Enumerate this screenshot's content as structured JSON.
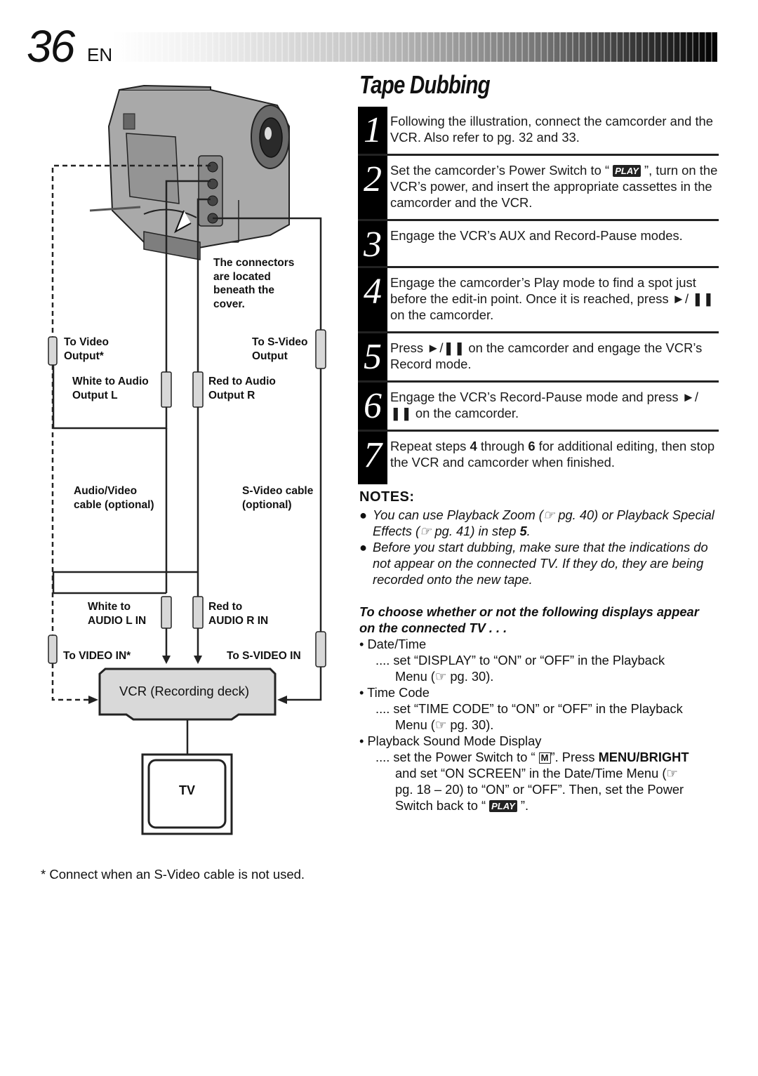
{
  "header": {
    "page_number": "36",
    "language": "EN"
  },
  "title": "Tape Dubbing",
  "steps": [
    {
      "num": "1",
      "parts": [
        "Following the illustration, connect the camcorder and the VCR. Also refer to pg. 32 and 33."
      ]
    },
    {
      "num": "2",
      "a": "Set the camcorder’s Power Switch to “ ",
      "icon": "PLAY",
      "b": " ”, turn on the VCR’s power, and insert the appropriate cassettes in the camcorder and the VCR."
    },
    {
      "num": "3",
      "parts": [
        "Engage the VCR’s AUX and Record-Pause modes."
      ]
    },
    {
      "num": "4",
      "parts": [
        "Engage the camcorder’s Play mode to find a spot just before the edit-in point. Once it is reached, press ►/ ❚❚ on the camcorder."
      ]
    },
    {
      "num": "5",
      "parts": [
        "Press ►/❚❚ on the camcorder and engage the VCR’s Record mode."
      ]
    },
    {
      "num": "6",
      "parts": [
        "Engage the VCR’s Record-Pause mode and press ►/❚❚ on the camcorder."
      ]
    },
    {
      "num": "7",
      "a": "Repeat steps ",
      "b1": "4",
      "c": " through ",
      "b2": "6",
      "d": " for additional editing, then stop the VCR and camcorder when finished."
    }
  ],
  "notes": {
    "heading": "NOTES:",
    "items": [
      {
        "a": "You can use Playback Zoom (☞ pg. 40) or Playback Special Effects (☞ pg. 41) in step ",
        "b": "5",
        "c": "."
      },
      {
        "a": "Before you start dubbing, make sure that the indications do not appear on the connected TV. If they do, they are being recorded onto the new tape."
      }
    ]
  },
  "displays": {
    "heading": "To choose whether or not the following displays appear on the connected TV . . .",
    "items": [
      {
        "name": "• Date/Time",
        "line1": ".... set “DISPLAY” to “ON” or “OFF” in the Playback",
        "line2": "Menu (☞ pg. 30)."
      },
      {
        "name": "• Time Code",
        "line1": ".... set “TIME CODE” to “ON” or “OFF” in the Playback",
        "line2": "Menu (☞ pg. 30)."
      },
      {
        "name": "• Playback Sound Mode Display",
        "line1a": ".... set the Power Switch to “ ",
        "mode_icon": "M",
        "line1b": "”. Press ",
        "line1c": "MENU/BRIGHT",
        "line2": "and set “ON SCREEN” in the Date/Time Menu (☞",
        "line3": "pg. 18 – 20) to “ON” or “OFF”. Then, set the Power",
        "line4a": "Switch back to “ ",
        "play_icon": "PLAY",
        "line4b": " ”."
      }
    ]
  },
  "diagram": {
    "connectors_note": [
      "The connectors",
      "are located",
      "beneath the",
      "cover."
    ],
    "to_video_output": [
      "To Video",
      "Output*"
    ],
    "to_svideo_output": [
      "To S-Video",
      "Output"
    ],
    "white_audio_out": [
      "White to Audio",
      "Output L"
    ],
    "red_audio_out": [
      "Red to Audio",
      "Output R"
    ],
    "av_cable": [
      "Audio/Video",
      "cable (optional)"
    ],
    "svideo_cable": [
      "S-Video cable",
      "(optional)"
    ],
    "white_audio_in": [
      "White to",
      "AUDIO L IN"
    ],
    "red_audio_in": [
      "Red to",
      "AUDIO R IN"
    ],
    "to_video_in": "To VIDEO IN*",
    "to_svideo_in": "To S-VIDEO IN",
    "vcr_label": "VCR (Recording deck)",
    "tv_label": "TV"
  },
  "footnote": "* Connect when an S-Video cable is not used."
}
